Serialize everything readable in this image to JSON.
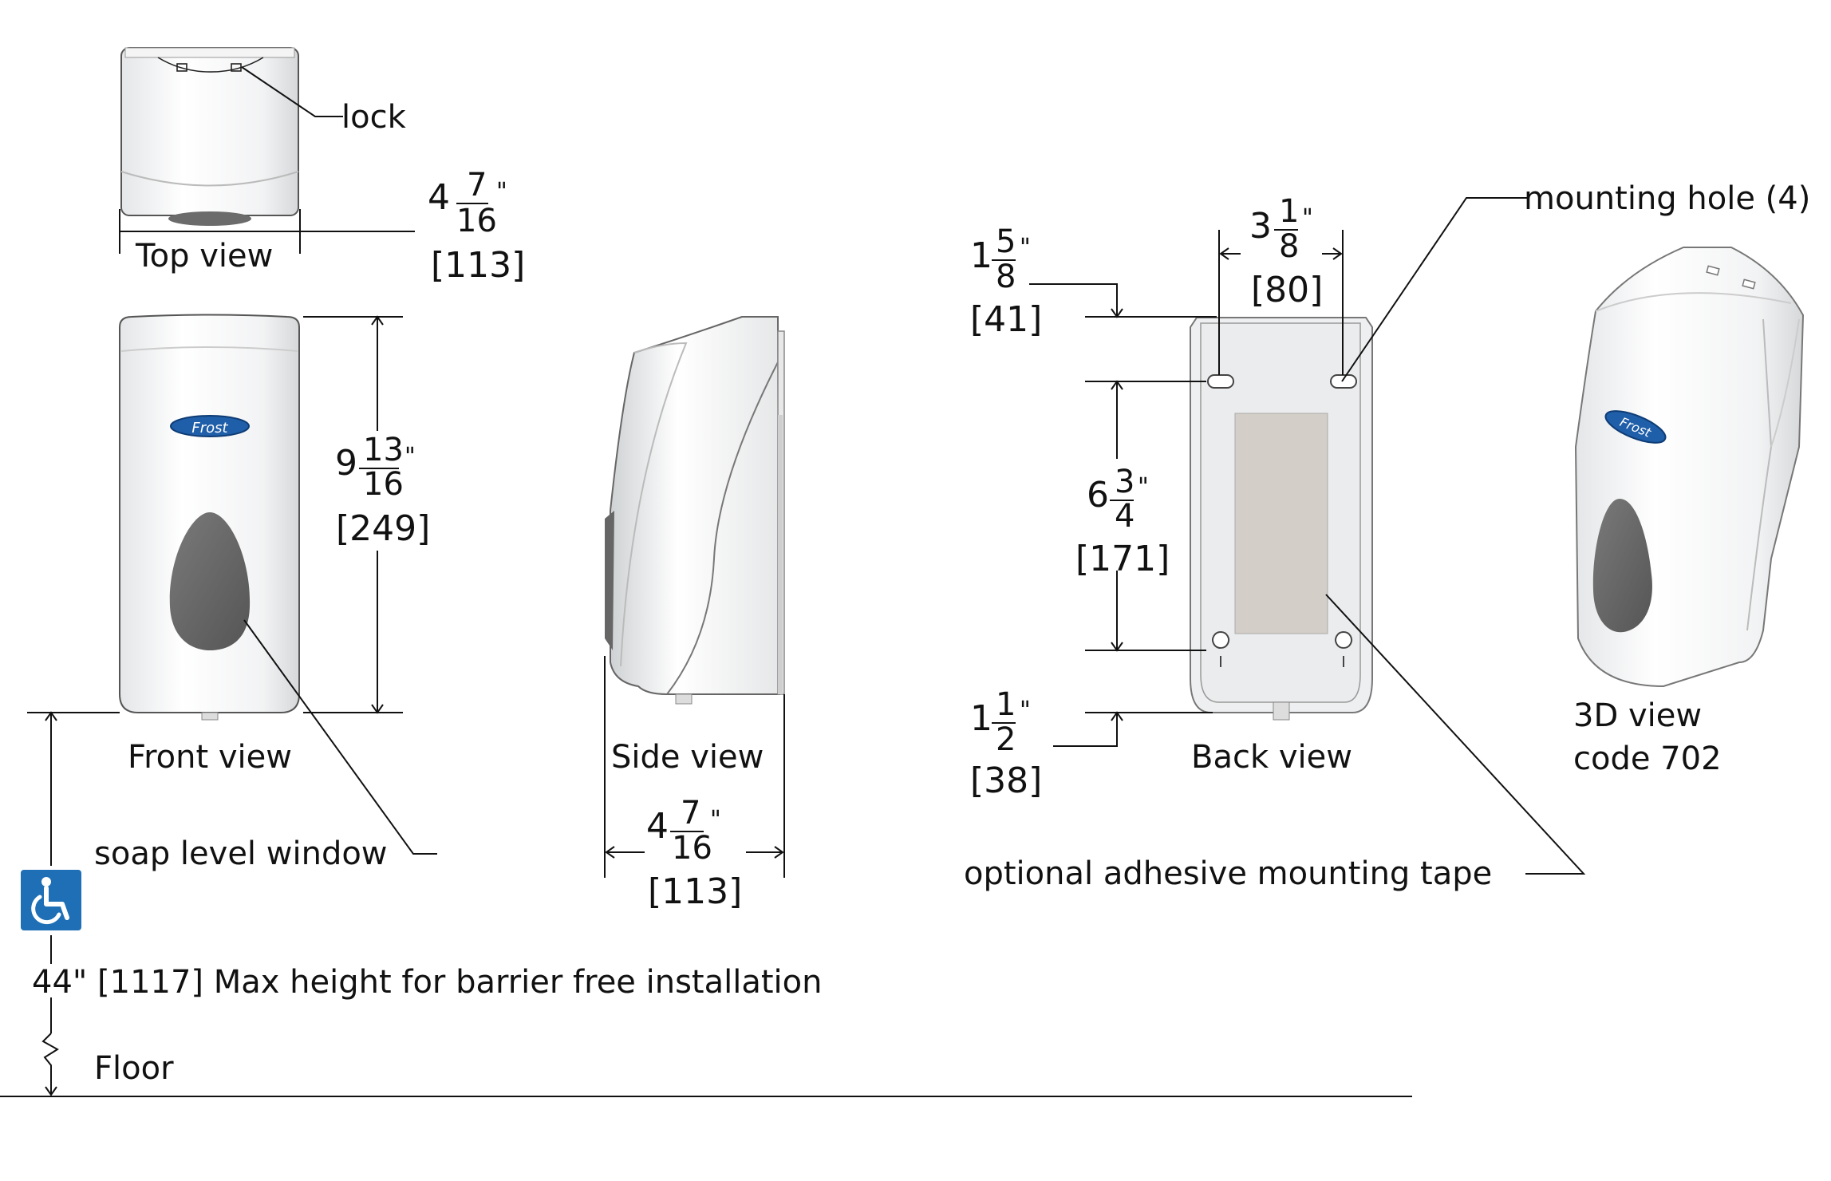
{
  "views": {
    "top": "Top view",
    "front": "Front view",
    "side": "Side view",
    "back": "Back view",
    "three_d_line1": "3D view",
    "three_d_line2": "code 702"
  },
  "callouts": {
    "lock": "lock",
    "soap_window": "soap level window",
    "mounting_hole": "mounting hole (4)",
    "adhesive_tape": "optional adhesive mounting tape",
    "max_height": "44\" [1117] Max height for  barrier free installation",
    "floor": "Floor"
  },
  "brand": {
    "logo_text": "Frost"
  },
  "dimensions": {
    "top_depth": {
      "whole": "4",
      "num": "7",
      "den": "16",
      "unit": "\"",
      "metric": "[113]"
    },
    "front_height": {
      "whole": "9",
      "num": "13",
      "den": "16",
      "unit": "\"",
      "metric": "[249]"
    },
    "side_depth": {
      "whole": "4",
      "num": "7",
      "den": "16",
      "unit": "\"",
      "metric": "[113]"
    },
    "back_top_offset": {
      "whole": "1",
      "num": "5",
      "den": "8",
      "unit": "\"",
      "metric": "[41]"
    },
    "back_hole_spacing": {
      "whole": "3",
      "num": "1",
      "den": "8",
      "unit": "\"",
      "metric": "[80]"
    },
    "back_vertical": {
      "whole": "6",
      "num": "3",
      "den": "4",
      "unit": "\"",
      "metric": "[171]"
    },
    "back_bottom_offset": {
      "whole": "1",
      "num": "1",
      "den": "2",
      "unit": "\"",
      "metric": "[38]"
    }
  },
  "colors": {
    "accessibility_blue": "#1e6fb5",
    "window_grey": "#6b6b6b",
    "tape_beige": "#d3cec7",
    "logo_blue": "#1f5ea8"
  },
  "icons": {
    "accessibility": "wheelchair-icon"
  }
}
